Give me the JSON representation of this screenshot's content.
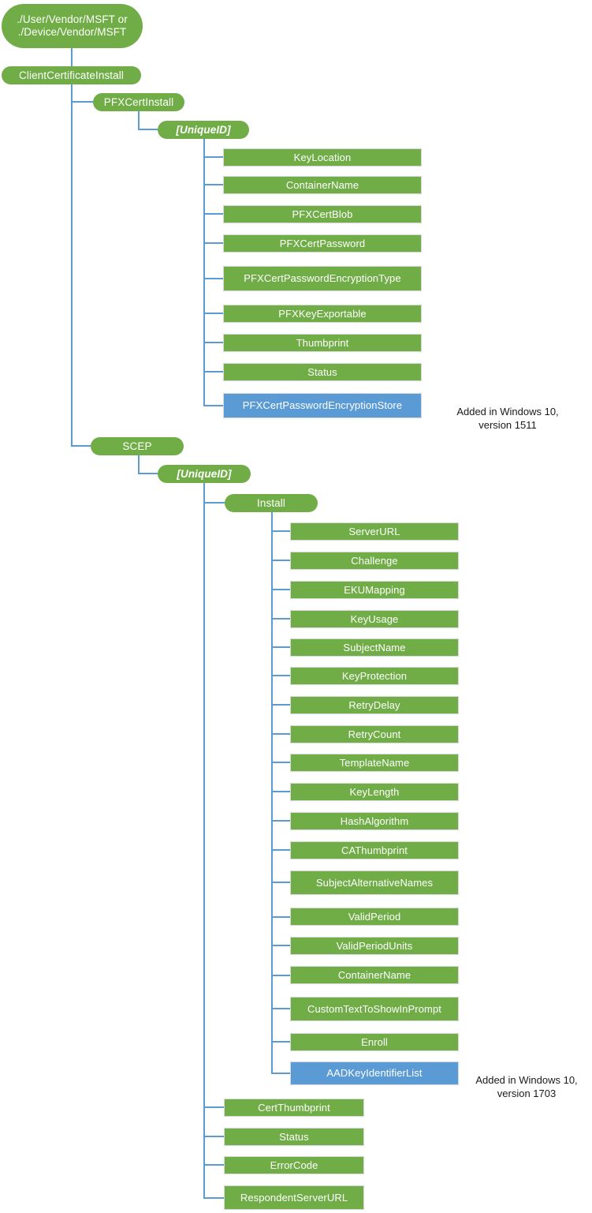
{
  "diagram": {
    "title": "ClientCertificateInstall CSP hierarchy",
    "colors": {
      "node_green": "#70AD47",
      "node_blue": "#5B9BD5",
      "edge_blue": "#5B9BD5",
      "background": "#FFFFFF",
      "node_text": "#FFFFFF",
      "annotation_text": "#1A1A1A"
    },
    "nodes": {
      "root": "./User/Vendor/MSFT or\n./Device/Vendor/MSFT",
      "client_certificate_install": "ClientCertificateInstall",
      "pfx_cert_install": "PFXCertInstall",
      "pfx_unique_id": "[UniqueID]",
      "pfx_children": [
        "KeyLocation",
        "ContainerName",
        "PFXCertBlob",
        "PFXCertPassword",
        "PFXCertPasswordEncryptionType",
        "PFXKeyExportable",
        "Thumbprint",
        "Status"
      ],
      "pfx_added_node": "PFXCertPasswordEncryptionStore",
      "scep": "SCEP",
      "scep_unique_id": "[UniqueID]",
      "install": "Install",
      "install_children": [
        "ServerURL",
        "Challenge",
        "EKUMapping",
        "KeyUsage",
        "SubjectName",
        "KeyProtection",
        "RetryDelay",
        "RetryCount",
        "TemplateName",
        "KeyLength",
        "HashAlgorithm",
        "CAThumbprint",
        "SubjectAlternativeNames",
        "ValidPeriod",
        "ValidPeriodUnits",
        "ContainerName",
        "CustomTextToShowInPrompt",
        "Enroll"
      ],
      "install_added_node": "AADKeyIdentifierList",
      "scep_children": [
        "CertThumbprint",
        "Status",
        "ErrorCode",
        "RespondentServerURL"
      ]
    },
    "annotations": {
      "pfx_note": "Added in Windows 10,\nversion 1511",
      "scep_note": "Added in Windows 10,\nversion 1703"
    }
  }
}
